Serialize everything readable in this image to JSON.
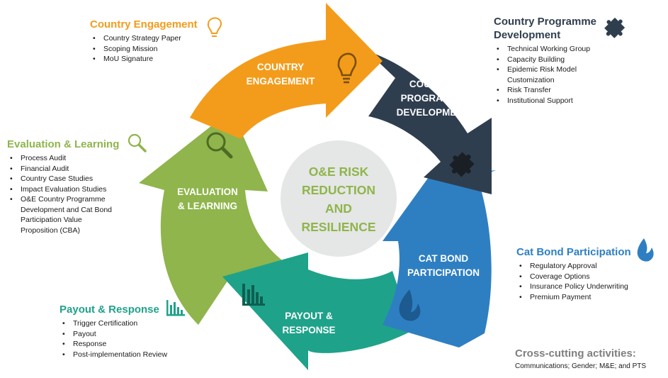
{
  "center": {
    "line1": "O&E RISK",
    "line2": "REDUCTION",
    "line3": "AND",
    "line4": "RESILIENCE"
  },
  "arrows": {
    "country_engagement": {
      "line1": "COUNTRY",
      "line2": "ENGAGEMENT",
      "color": "#f39c1b"
    },
    "programme_development": {
      "line1": "COUNTRY",
      "line2": "PROGRAMME",
      "line3": "DEVELOPMENT",
      "color": "#2f3e4f"
    },
    "cat_bond": {
      "line1": "CAT BOND",
      "line2": "PARTICIPATION",
      "color": "#2e7fc2"
    },
    "payout": {
      "line1": "PAYOUT &",
      "line2": "RESPONSE",
      "color": "#1fa28a"
    },
    "evaluation": {
      "line1": "EVALUATION",
      "line2": "& LEARNING",
      "color": "#8fb54c"
    }
  },
  "panels": {
    "country_engagement": {
      "title": "Country Engagement",
      "color": "#f39c1b",
      "icon": "lightbulb-icon",
      "items": [
        "Country Strategy Paper",
        "Scoping Mission",
        "MoU Signature"
      ]
    },
    "programme_development": {
      "title_line1": "Country Programme",
      "title_line2": "Development",
      "color": "#2f3e4f",
      "icon": "puzzle-icon",
      "items": [
        "Technical Working Group",
        "Capacity Building",
        "Epidemic Risk Model",
        "Customization",
        "Risk Transfer",
        "Institutional Support"
      ]
    },
    "evaluation": {
      "title": "Evaluation & Learning",
      "color": "#8fb54c",
      "icon": "magnifier-icon",
      "items": [
        "Process Audit",
        "Financial Audit",
        "Country Case Studies",
        "Impact Evaluation Studies",
        "O&E Country Programme",
        "Development and Cat Bond",
        "Participation Value",
        "Proposition (CBA)"
      ]
    },
    "cat_bond": {
      "title": "Cat Bond Participation",
      "color": "#2e7fc2",
      "icon": "flame-icon",
      "items": [
        "Regulatory Approval",
        "Coverage Options",
        "Insurance Policy Underwriting",
        "Premium Payment"
      ]
    },
    "payout": {
      "title": "Payout & Response",
      "color": "#1fa28a",
      "icon": "bar-chart-icon",
      "items": [
        "Trigger Certification",
        "Payout",
        "Response",
        "Post-implementation Review"
      ]
    }
  },
  "cross_cutting": {
    "title": "Cross-cutting activities:",
    "text": "Communications; Gender; M&E; and PTS"
  }
}
